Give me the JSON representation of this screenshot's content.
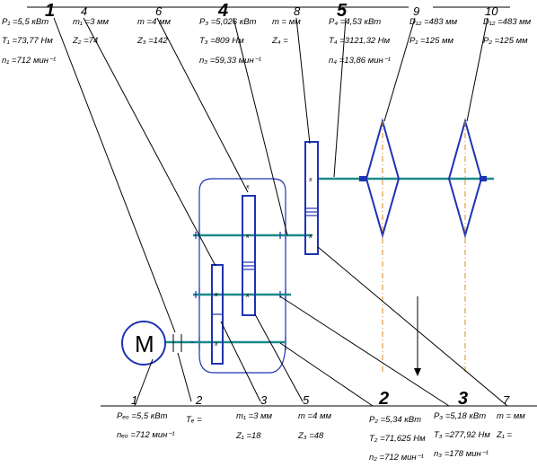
{
  "big_labels": {
    "b1": "1",
    "b4": "4",
    "b5": "5",
    "b2": "2",
    "b3": "3"
  },
  "small_labels": {
    "s4": "4",
    "s6": "6",
    "s8": "8",
    "s9": "9",
    "s10": "10",
    "s1": "1",
    "s2": "2",
    "s3": "3",
    "s5": "5",
    "s7": "7"
  },
  "motor_label": "M",
  "top": {
    "g1": [
      "P₁ =5,5 кВт",
      "T₁ =73,77 Нм",
      "n₁ =712 мин⁻¹"
    ],
    "g4a": [
      "m₁ =3 мм",
      "Z₂ =74"
    ],
    "g6": [
      "m =4 мм",
      "Z₃ =142"
    ],
    "g4b": [
      "P₃ =5,026 кВт",
      "T₃ =809 Нм",
      "n₃ =59,33 мин⁻¹"
    ],
    "g8": [
      "m = мм",
      "Z₄ ="
    ],
    "g5": [
      "P₄ =4,53 кВт",
      "T₄ =3121,32 Нм",
      "n₄ =13,86 мин⁻¹"
    ],
    "g9": [
      "D₁₂ =483 мм",
      "P₁ =125 мм"
    ],
    "g10": [
      "D₁₂ =483 мм",
      "P₂ =125 мм"
    ]
  },
  "bottom": {
    "g1": [
      "Pₑₒ =5,5 кВт",
      "nₑₒ =712 мин⁻¹"
    ],
    "g2": [
      "Tₑ ="
    ],
    "g3": [
      "m₁ =3 мм",
      "Z₁ =18"
    ],
    "g5": [
      "m =4 мм",
      "Z₃ =48"
    ],
    "g2b": [
      "P₂ =5,34 кВт",
      "T₂ =71,625 Нм",
      "n₂ =712 мин⁻¹"
    ],
    "g3b": [
      "P₃ =5,18 кВт",
      "T₃ =277,92 Нм",
      "n₃ =178 мин⁻¹"
    ],
    "g7": [
      "m = мм",
      "Z₁ ="
    ]
  }
}
